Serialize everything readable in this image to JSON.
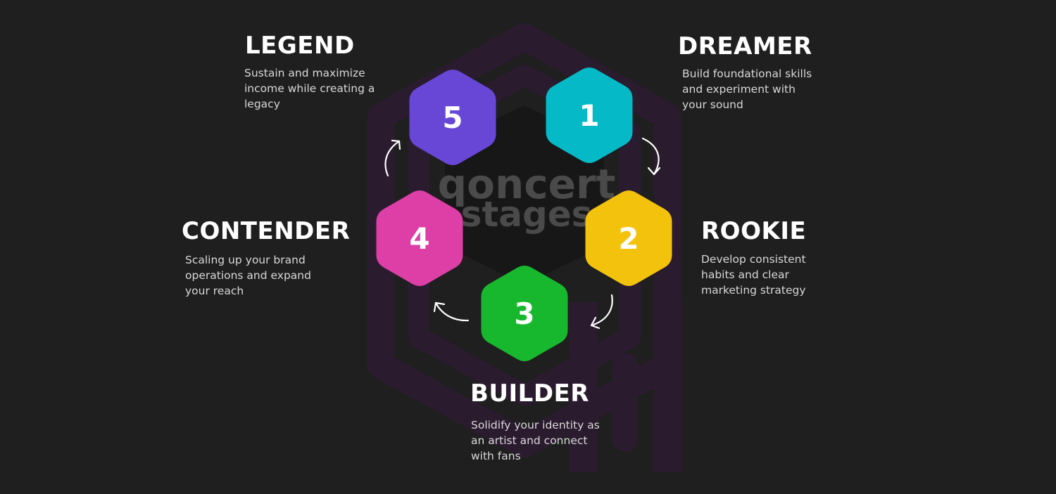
{
  "watermark": {
    "line1": "qoncert",
    "line2": "stages"
  },
  "colors": {
    "background": "#1f1f1f",
    "logo_shape": "#2b1b2f",
    "stage_1": "#06b9c6",
    "stage_2": "#f3c20c",
    "stage_3": "#18b82e",
    "stage_4": "#dd3fa6",
    "stage_5": "#6846d6",
    "arrow": "#ffffff"
  },
  "stages": [
    {
      "number": "1",
      "title": "DREAMER",
      "description": "Build foundational skills and experiment with your sound",
      "color": "#06b9c6"
    },
    {
      "number": "2",
      "title": "ROOKIE",
      "description": "Develop consistent habits and clear marketing strategy",
      "color": "#f3c20c"
    },
    {
      "number": "3",
      "title": "BUILDER",
      "description": "Solidify your identity as an artist and connect with fans",
      "color": "#18b82e"
    },
    {
      "number": "4",
      "title": "CONTENDER",
      "description": "Scaling up your brand operations and expand your reach",
      "color": "#dd3fa6"
    },
    {
      "number": "5",
      "title": "LEGEND",
      "description": "Sustain and maximize income while creating a legacy",
      "color": "#6846d6"
    }
  ],
  "arrow_icons": [
    "arrow-curve-1-to-2-icon",
    "arrow-curve-2-to-3-icon",
    "arrow-curve-3-to-4-icon",
    "arrow-curve-4-to-5-icon"
  ]
}
